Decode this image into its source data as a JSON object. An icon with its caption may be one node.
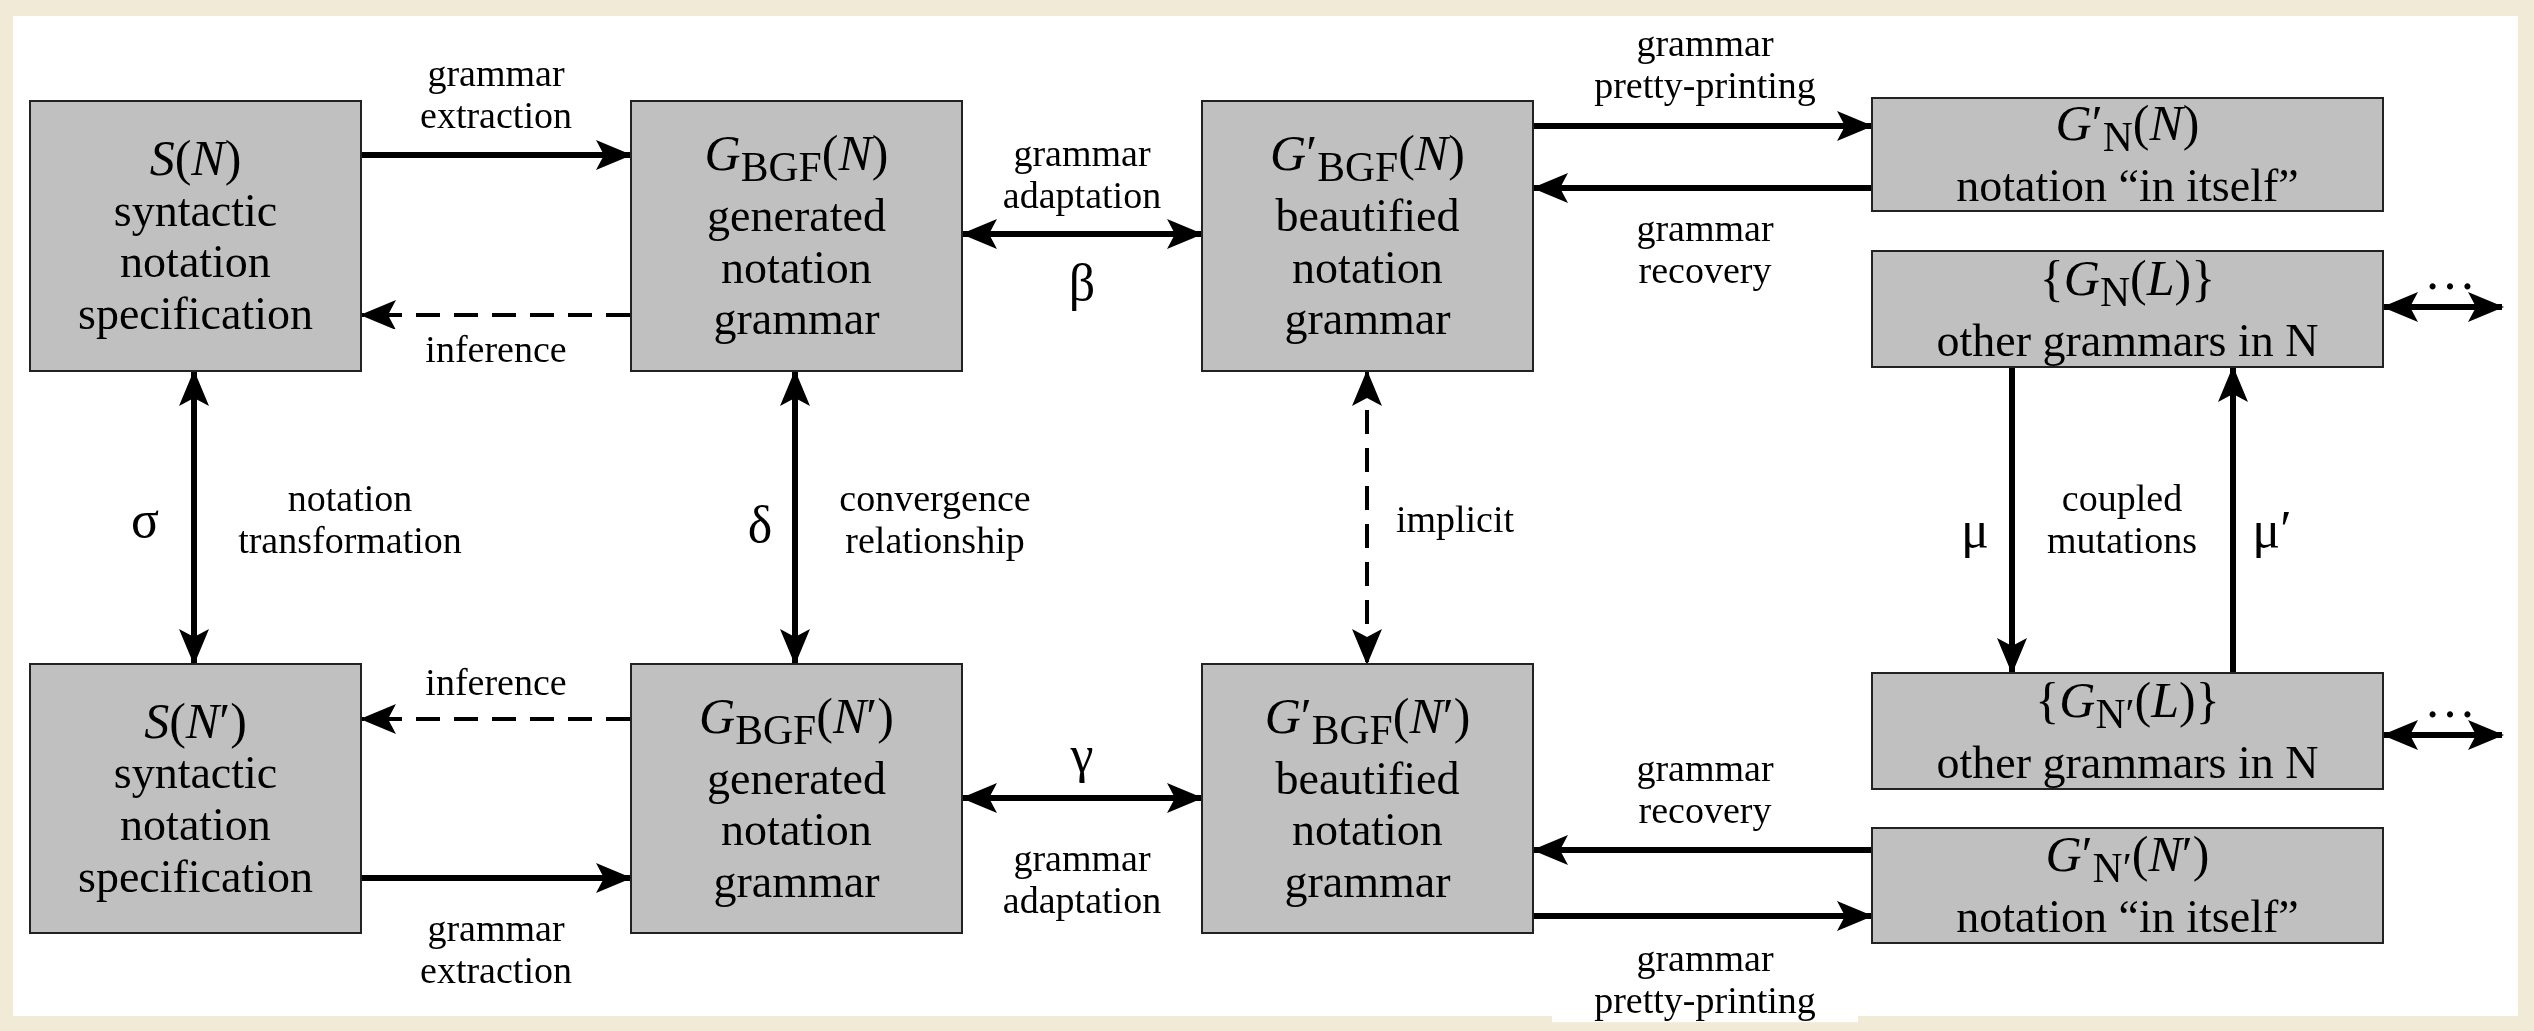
{
  "diagram": {
    "nodes": [
      {
        "text": [
          "*S*(*N*)",
          "syntactic notation specification"
        ]
      },
      {
        "text": [
          "*G*$_{BGF}$(*N*)",
          "generated notation grammar"
        ]
      },
      {
        "text": [
          "*G*′$_{BGF}$(*N*)",
          "beautified notation grammar"
        ]
      },
      {
        "text": [
          "*G*′$_{N}$(*N*)",
          "notation “in itself”"
        ]
      },
      {
        "text": [
          "{*G*$_{N}$(*L*)}",
          "other grammars in N"
        ]
      },
      {
        "text": [
          "*S*(*N*′)",
          "syntactic notation specification"
        ]
      },
      {
        "text": [
          "*G*$_{BGF}$(*N*′)",
          "generated notation grammar"
        ]
      },
      {
        "text": [
          "*G*′$_{BGF}$(*N*′)",
          "beautified notation grammar"
        ]
      },
      {
        "text": [
          "{*G*$_{N′}$(*L*)}",
          "other grammars in N"
        ]
      },
      {
        "text": [
          "*G*′$_{N′}$(*N*′)",
          "notation “in itself”"
        ]
      }
    ],
    "edges": [
      {
        "from": 0,
        "to": 1,
        "arrow": "to",
        "label": "grammar extraction"
      },
      {
        "from": 1,
        "to": 0,
        "arrow": "to",
        "label": "inference",
        "style": "dashed"
      },
      {
        "from": 1,
        "to": 2,
        "arrow": "both",
        "label": "grammar adaptation"
      },
      {
        "from": 2,
        "to": 3,
        "arrow": "to",
        "label": "grammar pretty-printing"
      },
      {
        "from": 3,
        "to": 2,
        "arrow": "to",
        "label": "grammar recovery"
      },
      {
        "from": 4,
        "to": null,
        "arrow": "both",
        "label": "…"
      },
      {
        "from": 0,
        "to": 5,
        "arrow": "both",
        "label": "notation transformation"
      },
      {
        "from": 1,
        "to": 6,
        "arrow": "both",
        "label": "convergence relationship"
      },
      {
        "from": 2,
        "to": 7,
        "arrow": "both",
        "label": "implicit",
        "style": "dashed"
      },
      {
        "from": 4,
        "to": 8,
        "arrow": "to",
        "label": "μ"
      },
      {
        "from": 8,
        "to": 4,
        "arrow": "to",
        "label": "μ′"
      },
      {
        "from": 6,
        "to": 5,
        "arrow": "to",
        "label": "inference",
        "style": "dashed"
      },
      {
        "from": 5,
        "to": 6,
        "arrow": "to",
        "label": "grammar extraction"
      },
      {
        "from": 6,
        "to": 7,
        "arrow": "both",
        "label": "grammar adaptation"
      },
      {
        "from": 9,
        "to": 7,
        "arrow": "to",
        "label": "grammar recovery"
      },
      {
        "from": 7,
        "to": 9,
        "arrow": "to",
        "label": "grammar pretty-printing"
      },
      {
        "from": 8,
        "to": null,
        "arrow": "both",
        "label": "…"
      }
    ],
    "labels": [
      "β",
      "σ",
      "δ",
      "coupled mutations",
      "γ"
    ]
  }
}
